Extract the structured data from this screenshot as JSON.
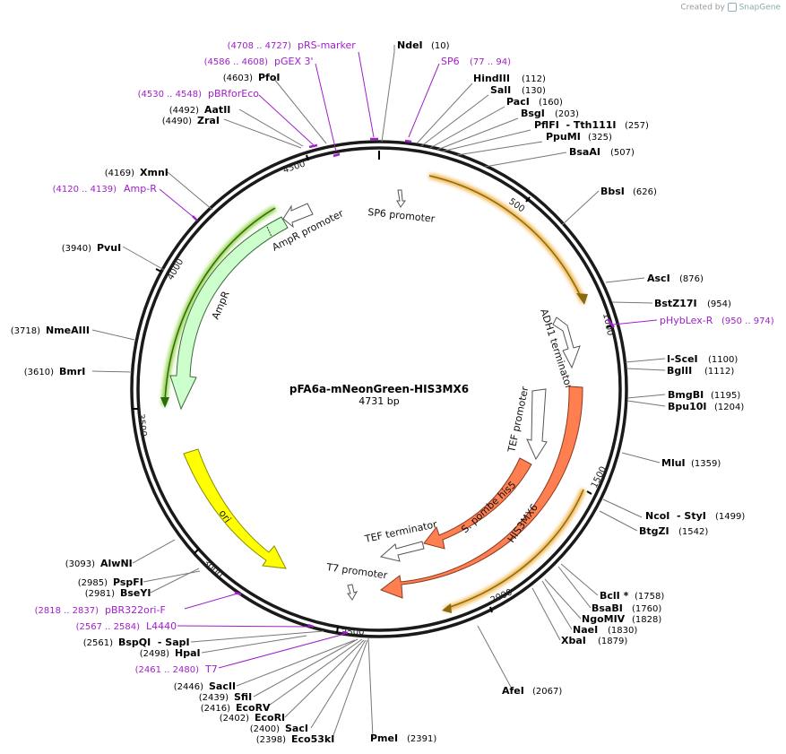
{
  "branding": {
    "created_by": "Created by",
    "app": "SnapGene"
  },
  "plasmid": {
    "name": "pFA6a-mNeonGreen-HIS3MX6",
    "length_label": "4731 bp",
    "length": 4731
  },
  "colors": {
    "primer": "#a020c8",
    "backbone": "#1a1a1a",
    "feature_outline": "#444444",
    "highlight_orange": "#f0b040",
    "highlight_green": "#90d040"
  },
  "ticks": [
    "500",
    "1000",
    "1500",
    "2000",
    "2500",
    "3000",
    "3500",
    "4000",
    "4500"
  ],
  "features": [
    {
      "id": "mneongreen",
      "label": "",
      "type": "cds",
      "fill": "#ffe080",
      "stroke": "#8a6a10",
      "glow": "#f0b040"
    },
    {
      "id": "sp6promoter",
      "label": "SP6 promoter",
      "fill": "#ffffff"
    },
    {
      "id": "adh1terminator",
      "label": "ADH1 terminator",
      "fill": "#ffffff"
    },
    {
      "id": "tefpromoter",
      "label": "TEF promoter",
      "fill": "#ffffff"
    },
    {
      "id": "his5",
      "label": "S. pombe his5",
      "fill": "#ff7f50"
    },
    {
      "id": "his3mx6",
      "label": "HIS3MX6",
      "fill": "#ff7f50"
    },
    {
      "id": "his3mx6glow",
      "label": "",
      "fill": "none",
      "glow": "#f0b040"
    },
    {
      "id": "tefterminator",
      "label": "TEF terminator",
      "fill": "#ffffff"
    },
    {
      "id": "t7promoter",
      "label": "T7 promoter",
      "fill": "#ffffff"
    },
    {
      "id": "ori",
      "label": "ori",
      "fill": "#ffff00"
    },
    {
      "id": "ampr",
      "label": "AmpR",
      "fill": "#ccffcc"
    },
    {
      "id": "amprpromoter",
      "label": "AmpR promoter",
      "fill": "#ffffff"
    }
  ],
  "sites_right": [
    {
      "name": "NdeI",
      "pos": "(10)"
    },
    {
      "name": "HindIII",
      "pos": "(112)"
    },
    {
      "name": "SalI",
      "pos": "(130)"
    },
    {
      "name": "PacI",
      "pos": "(160)"
    },
    {
      "name": "BsgI",
      "pos": "(203)"
    },
    {
      "name": "PflFI  - Tth111I",
      "pos": "(257)"
    },
    {
      "name": "PpuMI",
      "pos": "(325)"
    },
    {
      "name": "BsaAI",
      "pos": "(507)"
    },
    {
      "name": "BbsI",
      "pos": "(626)"
    },
    {
      "name": "AscI",
      "pos": "(876)"
    },
    {
      "name": "BstZ17I",
      "pos": "(954)"
    },
    {
      "name": "I-SceI",
      "pos": "(1100)"
    },
    {
      "name": "BglII",
      "pos": "(1112)"
    },
    {
      "name": "BmgBI",
      "pos": "(1195)"
    },
    {
      "name": "Bpu10I",
      "pos": "(1204)"
    },
    {
      "name": "MluI",
      "pos": "(1359)"
    },
    {
      "name": "NcoI  - StyI",
      "pos": "(1499)"
    },
    {
      "name": "BtgZI",
      "pos": "(1542)"
    },
    {
      "name": "BclI *",
      "pos": "(1758)"
    },
    {
      "name": "BsaBI",
      "pos": "(1760)"
    },
    {
      "name": "NgoMIV",
      "pos": "(1828)"
    },
    {
      "name": "NaeI",
      "pos": "(1830)"
    },
    {
      "name": "XbaI",
      "pos": "(1879)"
    },
    {
      "name": "AfeI",
      "pos": "(2067)"
    },
    {
      "name": "PmeI",
      "pos": "(2391)"
    }
  ],
  "sites_left": [
    {
      "name": "PfoI",
      "pos": "(4603)"
    },
    {
      "name": "AatII",
      "pos": "(4492)"
    },
    {
      "name": "ZraI",
      "pos": "(4490)"
    },
    {
      "name": "XmnI",
      "pos": "(4169)"
    },
    {
      "name": "PvuI",
      "pos": "(3940)"
    },
    {
      "name": "NmeAIII",
      "pos": "(3718)"
    },
    {
      "name": "BmrI",
      "pos": "(3610)"
    },
    {
      "name": "AlwNI",
      "pos": "(3093)"
    },
    {
      "name": "PspFI",
      "pos": "(2985)"
    },
    {
      "name": "BseYI",
      "pos": "(2981)"
    },
    {
      "name": "BspQI  - SapI",
      "pos": "(2561)"
    },
    {
      "name": "HpaI",
      "pos": "(2498)"
    },
    {
      "name": "SacII",
      "pos": "(2446)"
    },
    {
      "name": "SfiI",
      "pos": "(2439)"
    },
    {
      "name": "EcoRV",
      "pos": "(2416)"
    },
    {
      "name": "EcoRI",
      "pos": "(2402)"
    },
    {
      "name": "SacI",
      "pos": "(2400)"
    },
    {
      "name": "Eco53kI",
      "pos": "(2398)"
    }
  ],
  "primers": [
    {
      "name": "pRS-marker",
      "pos": "(4708 .. 4727)"
    },
    {
      "name": "SP6",
      "pos": "(77 .. 94)"
    },
    {
      "name": "pGEX 3'",
      "pos": "(4586 .. 4608)"
    },
    {
      "name": "pBRforEco",
      "pos": "(4530 .. 4548)"
    },
    {
      "name": "Amp-R",
      "pos": "(4120 .. 4139)"
    },
    {
      "name": "pHybLex-R",
      "pos": "(950 .. 974)"
    },
    {
      "name": "pBR322ori-F",
      "pos": "(2818 .. 2837)"
    },
    {
      "name": "L4440",
      "pos": "(2567 .. 2584)"
    },
    {
      "name": "T7",
      "pos": "(2461 .. 2480)"
    }
  ]
}
